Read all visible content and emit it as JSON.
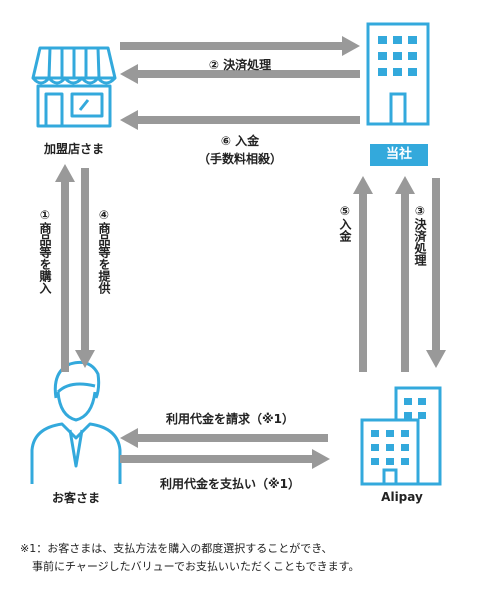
{
  "colors": {
    "accent": "#33a9dc",
    "arrow": "#999999",
    "text": "#222222"
  },
  "nodes": {
    "merchant": {
      "label": "加盟店さま",
      "icon": "store-icon"
    },
    "company": {
      "label": "当社",
      "icon": "building-icon"
    },
    "customer": {
      "label": "お客さま",
      "icon": "person-icon"
    },
    "alipay": {
      "label": "Alipay",
      "icon": "building-icon"
    }
  },
  "flows": {
    "f1": "①商品等を購入",
    "f2": "② 決済処理",
    "f3": "③決済処理",
    "f4": "④商品等を提供",
    "f5": "⑤入金",
    "f6_line1": "⑥ 入金",
    "f6_line2": "（手数料相殺）",
    "charge": "利用代金を請求（※1）",
    "pay": "利用代金を支払い（※1）"
  },
  "note": {
    "line1": "※1：お客さまは、支払方法を購入の都度選択することができ、",
    "line2": "事前にチャージしたバリューでお支払いいただくこともできます。"
  }
}
